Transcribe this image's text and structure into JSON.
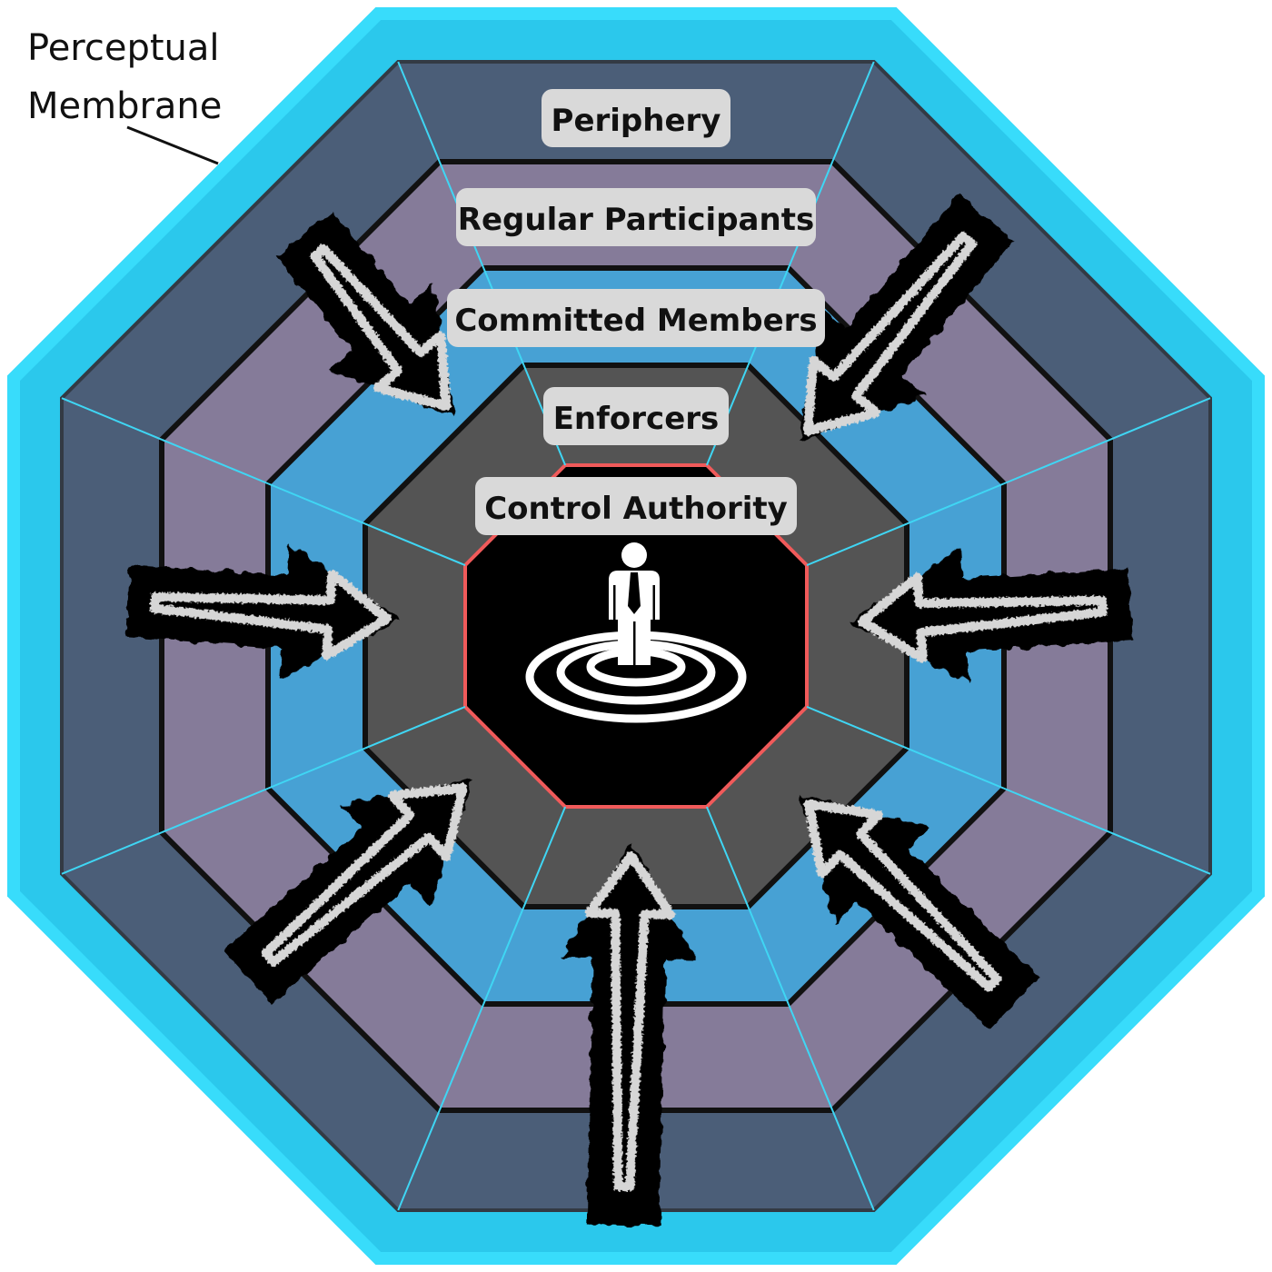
{
  "membrane_label": {
    "line1": "Perceptual",
    "line2": "Membrane"
  },
  "rings": [
    {
      "label": "Periphery",
      "color": "#4b5e78"
    },
    {
      "label": "Regular Participants",
      "color": "#857b99"
    },
    {
      "label": "Committed Members",
      "color": "#47a1d4"
    },
    {
      "label": "Enforcers",
      "color": "#545454"
    },
    {
      "label": "Control Authority",
      "color": "#000000"
    }
  ],
  "colors": {
    "membrane": "#38dcfb",
    "membrane_inner": "#2bc8ec",
    "spoke_lines": "#3fd6f4",
    "core_border": "#f05a5a",
    "arrow_fill": "#d6d6d6",
    "arrow_outline": "#000000",
    "label_box": "#d9d9d9"
  },
  "icons": {
    "center": "person-on-target-icon",
    "arrows": "inward-arrow-icon"
  }
}
